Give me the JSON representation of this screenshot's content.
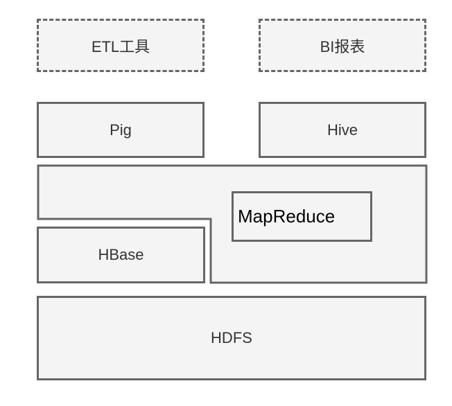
{
  "diagram": {
    "labels": {
      "etl": "ETL工具",
      "bi": "BI报表",
      "pig": "Pig",
      "hive": "Hive",
      "mapreduce": "MapReduce",
      "hbase": "HBase",
      "hdfs": "HDFS"
    },
    "colors": {
      "box_fill": "#f4f4f4",
      "box_stroke": "#666666",
      "text": "#333333",
      "mapreduce_text": "#000000"
    },
    "relations": {
      "top_layer": [
        "etl",
        "bi"
      ],
      "middle_layer": [
        "pig",
        "hive"
      ],
      "core_layer": [
        "mapreduce",
        "hbase"
      ],
      "base_layer": [
        "hdfs"
      ]
    }
  }
}
